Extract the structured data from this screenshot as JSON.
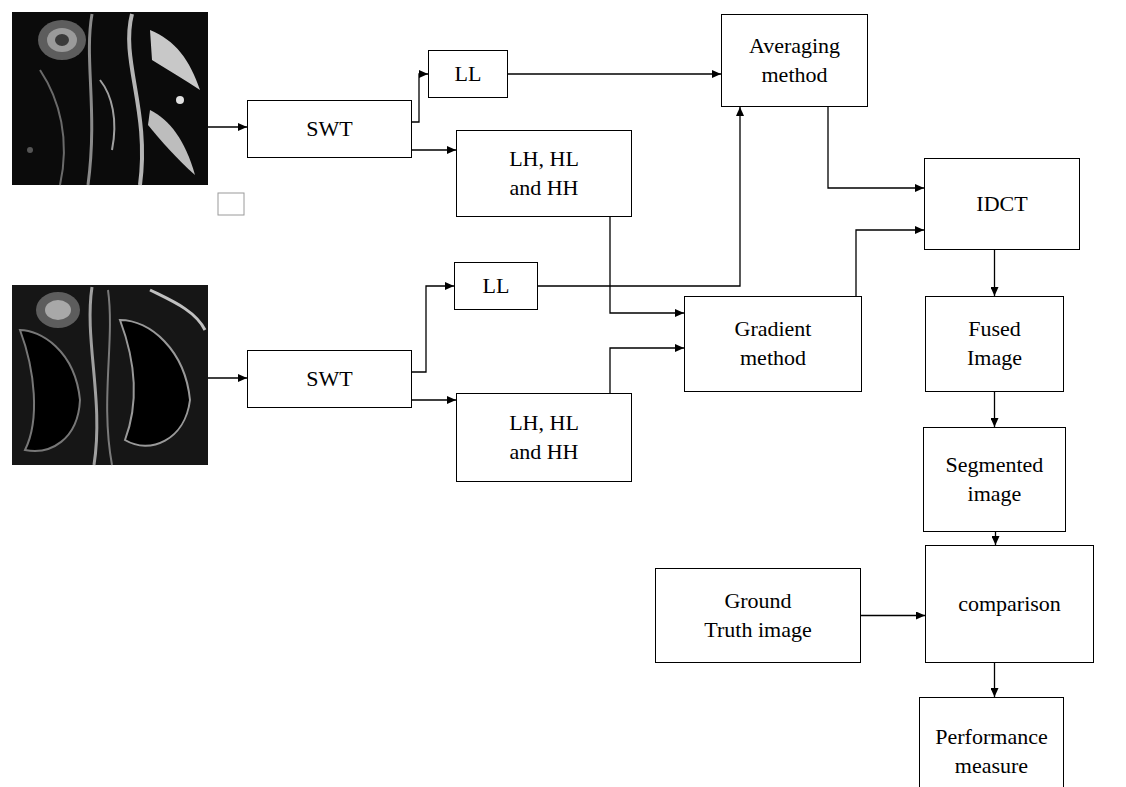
{
  "diagram": {
    "nodes": [
      {
        "text": [
          "SWT"
        ]
      },
      {
        "text": [
          "LL"
        ]
      },
      {
        "text": [
          "LH, HL and HH"
        ]
      },
      {
        "text": [
          "Averaging method"
        ]
      },
      {
        "text": [
          "IDCT"
        ]
      },
      {
        "text": [
          "SWT"
        ]
      },
      {
        "text": [
          "LL"
        ]
      },
      {
        "text": [
          "LH, HL and HH"
        ]
      },
      {
        "text": [
          "Gradient method"
        ]
      },
      {
        "text": [
          "Fused Image"
        ]
      },
      {
        "text": [
          "Segmented image"
        ]
      },
      {
        "text": [
          "Ground Truth image"
        ]
      },
      {
        "text": [
          "comparison"
        ]
      },
      {
        "text": [
          "Performance measure"
        ]
      }
    ],
    "edges": [
      {
        "from": 0,
        "to": 1,
        "arrow": "to"
      },
      {
        "from": 0,
        "to": 2,
        "arrow": "to"
      },
      {
        "from": 5,
        "to": 6,
        "arrow": "to"
      },
      {
        "from": 5,
        "to": 7,
        "arrow": "to"
      },
      {
        "from": 1,
        "to": 3,
        "arrow": "to"
      },
      {
        "from": 6,
        "to": 3,
        "arrow": "to"
      },
      {
        "from": 2,
        "to": 8,
        "arrow": "to"
      },
      {
        "from": 7,
        "to": 8,
        "arrow": "to"
      },
      {
        "from": 3,
        "to": 4,
        "arrow": "to"
      },
      {
        "from": 8,
        "to": 4,
        "arrow": "to"
      },
      {
        "from": 4,
        "to": 9,
        "arrow": "to"
      },
      {
        "from": 9,
        "to": 10,
        "arrow": "to"
      },
      {
        "from": 10,
        "to": 12,
        "arrow": "to"
      },
      {
        "from": 11,
        "to": 12,
        "arrow": "to"
      },
      {
        "from": 12,
        "to": 13,
        "arrow": "to"
      }
    ]
  }
}
